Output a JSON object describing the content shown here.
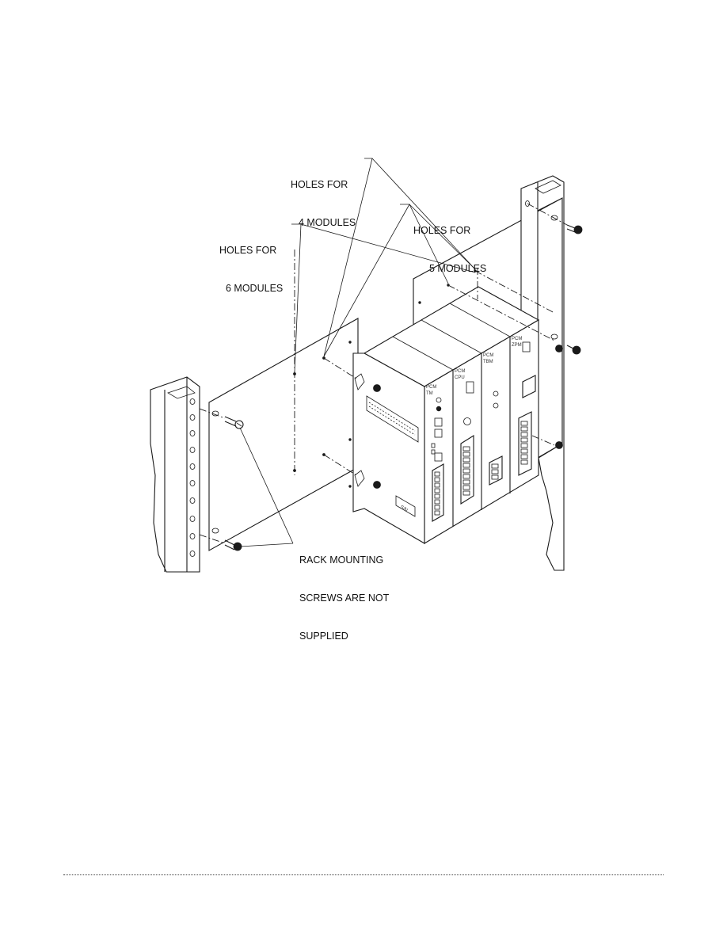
{
  "labels": {
    "holes_4_line1": "HOLES FOR",
    "holes_4_line2": "4 MODULES",
    "holes_5_line1": "HOLES FOR",
    "holes_5_line2": "5 MODULES",
    "holes_6_line1": "HOLES FOR",
    "holes_6_line2": "6 MODULES",
    "screws_line1": "RACK MOUNTING",
    "screws_line2": "SCREWS ARE NOT",
    "screws_line3": "SUPPLIED"
  },
  "modules": [
    {
      "line1": "PCM",
      "line2": "TM"
    },
    {
      "line1": "PCM",
      "line2": "CPU"
    },
    {
      "line1": "PCM",
      "line2": "TBM"
    },
    {
      "line1": "PCM",
      "line2": "ZPM"
    }
  ],
  "serial_tag": "S/N"
}
